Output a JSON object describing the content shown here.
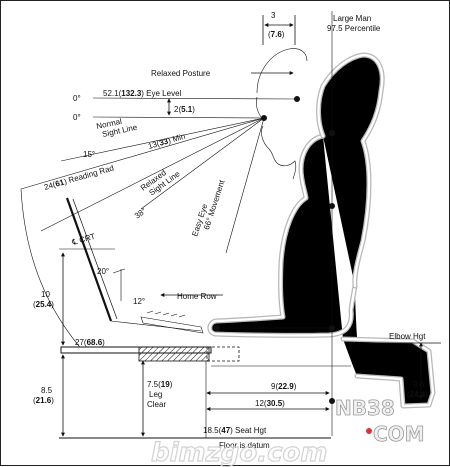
{
  "figure": {
    "label_subject": "Large Man",
    "label_percentile": "97.5 Percentile",
    "label_relaxed_posture": "Relaxed Posture",
    "dim_head_offset": "3",
    "dim_head_offset_cm": "7.6",
    "angle_0": "0°",
    "eye_level_value": "52.1",
    "eye_level_value_cm": "132.3",
    "eye_level_text": "Eye Level",
    "dim_eye_offset": "2",
    "dim_eye_offset_cm": "5.1",
    "angle_0b": "0°",
    "normal_sight_line_1": "Normal",
    "normal_sight_line_2": "Sight Line",
    "angle_15": "15°",
    "min_distance_value": "13",
    "min_distance_value_cm": "33",
    "min_distance_text": "Min",
    "reading_radius_value": "24",
    "reading_radius_value_cm": "61",
    "reading_radius_text": "Reading Rad",
    "relaxed_sight_line_1": "Relaxed",
    "relaxed_sight_line_2": "Sight Line",
    "angle_38": "38°",
    "easy_eye_1": "Easy Eye",
    "easy_eye_2": "66° Movement",
    "crt_label": "CRT",
    "crt_symbol": "℄",
    "crt_height_value": "10",
    "crt_height_value_cm": "25.4",
    "angle_20": "20°",
    "angle_12": "12°",
    "home_row": "Home Row",
    "desk_value": "27",
    "desk_value_cm": "68.6",
    "elbow_hgt": "Elbow Hgt",
    "leg_clear_value": "8.5",
    "leg_clear_value_cm": "21.6",
    "leg_clear_value2": "7.5",
    "leg_clear_value2_cm": "19",
    "leg_clear_text_1": "Leg",
    "leg_clear_text_2": "Clear",
    "dim_9": "9",
    "dim_9_cm": "22.9",
    "dim_12": "12",
    "dim_12_cm": "30.5",
    "dim_9_6": "9.6",
    "dim_9_6_cm": "24.4",
    "seat_value": "18.5",
    "seat_value_cm": "47",
    "seat_text": "Seat Hgt",
    "floor_text": "Floor is datum",
    "watermark_1": "NB38",
    "watermark_2": "COM",
    "watermark_3": "bimzgo.com"
  }
}
